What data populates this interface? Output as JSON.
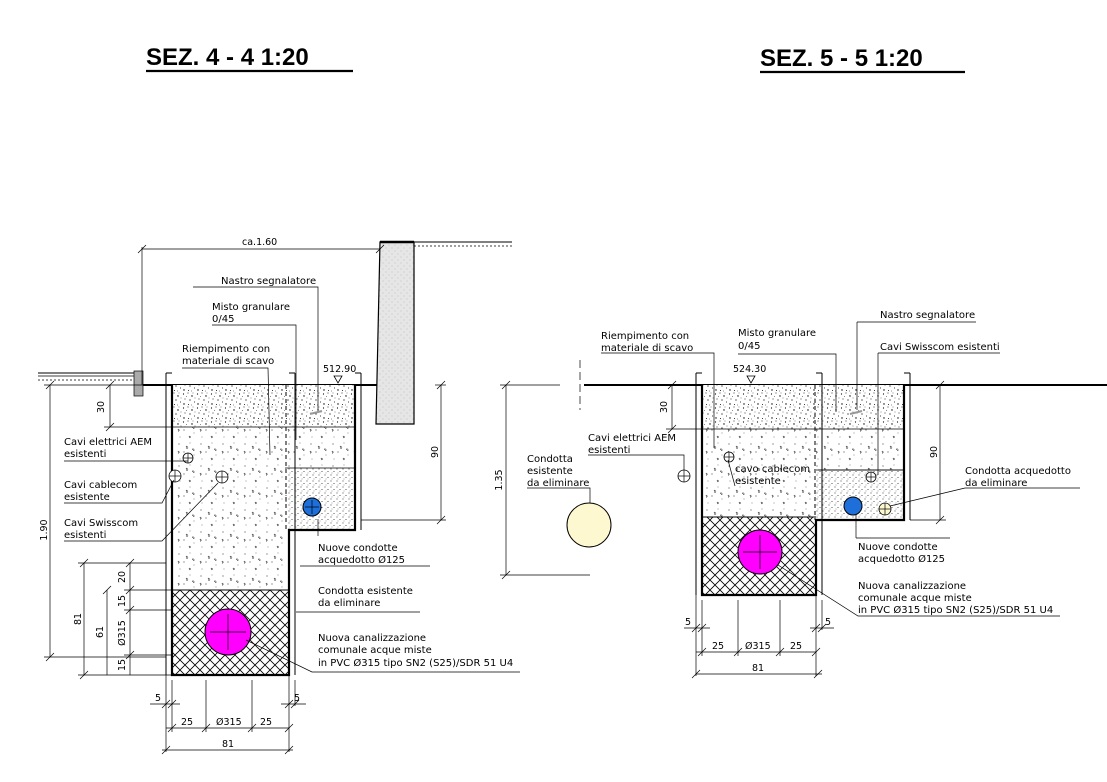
{
  "section_left": {
    "title": "SEZ.   4 - 4   1:20",
    "elevation": "512.90",
    "width_label": "ca.1.60",
    "labels": {
      "nastro": "Nastro segnalatore",
      "misto1": "Misto granulare",
      "misto2": "0/45",
      "riemp1": "Riempimento con",
      "riemp2": "materiale di scavo",
      "aem1": "Cavi elettrici AEM",
      "aem2": "esistenti",
      "cable1": "Cavi cablecom",
      "cable2": "esistente",
      "swiss1": "Cavi Swisscom",
      "swiss2": "esistenti",
      "nuove1": "Nuove condotte",
      "nuove2": "acquedotto Ø125",
      "condotta1": "Condotta esistente",
      "condotta2": "da eliminare",
      "canal1": "Nuova canalizzazione",
      "canal2": "comunale acque miste",
      "canal3": "in PVC Ø315  tipo SN2 (S25)/SDR 51  U4"
    },
    "dims": {
      "d30": "30",
      "d90": "90",
      "d190": "1.90",
      "d20": "20",
      "d15a": "15",
      "d315v": "Ø315",
      "d15b": "15",
      "d81v": "81",
      "d61": "61",
      "d5": "5",
      "d5b": "5",
      "d25a": "25",
      "d315h": "Ø315",
      "d25b": "25",
      "d81h": "81"
    }
  },
  "section_right": {
    "title": "SEZ.   5 - 5   1:20",
    "elevation": "524.30",
    "labels": {
      "riemp1": "Riempimento con",
      "riemp2": "materiale di scavo",
      "misto1": "Misto granulare",
      "misto2": "0/45",
      "nastro": "Nastro segnalatore",
      "swiss": "Cavi Swisscom esistenti",
      "aem1": "Cavi elettrici AEM",
      "aem2": "esistenti",
      "cond_esist1": "Condotta",
      "cond_esist2": "esistente",
      "cond_esist3": "da eliminare",
      "cable1": "cavo cablecom",
      "cable2": "esistente",
      "acq1": "Condotta acquedotto",
      "acq2": "da eliminare",
      "nuove1": "Nuove condotte",
      "nuove2": "acquedotto Ø125",
      "canal1": "Nuova canalizzazione",
      "canal2": "comunale acque miste",
      "canal3": "in PVC Ø315  tipo SN2 (S25)/SDR 51  U4"
    },
    "dims": {
      "d30": "30",
      "d90": "90",
      "d135": "1.35",
      "d5a": "5",
      "d5b": "5",
      "d25a": "25",
      "d315h": "Ø315",
      "d25b": "25",
      "d81h": "81"
    }
  },
  "colors": {
    "pipe_magenta": "#ff00ff",
    "pipe_blue": "#1e6fd9",
    "pipe_cream": "#fdf8d0",
    "line": "#000000"
  }
}
